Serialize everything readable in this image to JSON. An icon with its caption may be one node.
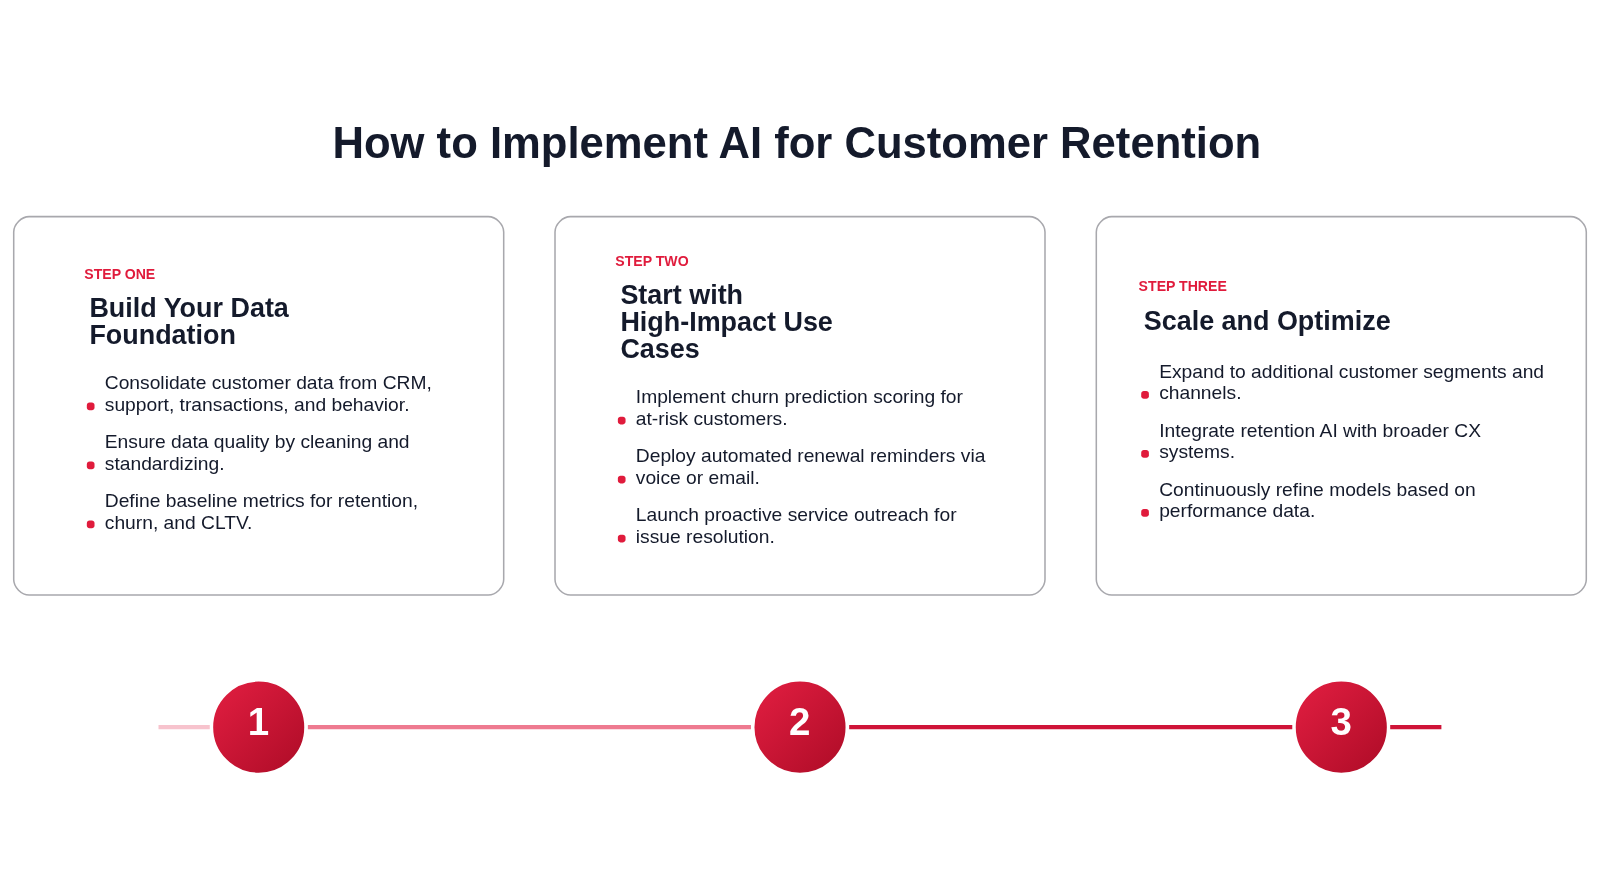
{
  "diagram": {
    "title": "How to Implement AI for Customer Retention",
    "nodes": [
      {
        "text": [
          "STEP ONE",
          "Build Your Data Foundation",
          "Consolidate customer data from CRM, support, transactions, and behavior.",
          "Ensure data quality by cleaning and standardizing.",
          "Define baseline metrics for retention, churn, and CLTV."
        ]
      },
      {
        "text": [
          "STEP TWO",
          "Start with High-Impact Use Cases",
          "Implement churn prediction scoring for at-risk customers.",
          "Deploy automated renewal reminders via voice or email.",
          "Launch proactive service outreach for issue resolution."
        ]
      },
      {
        "text": [
          "STEP THREE",
          "Scale and Optimize",
          "Expand to additional customer segments and channels.",
          "Integrate retention AI with broader CX systems.",
          "Continuously refine models based on performance data."
        ]
      },
      {
        "text": [
          "1"
        ]
      },
      {
        "text": [
          "2"
        ]
      },
      {
        "text": [
          "3"
        ]
      }
    ],
    "edges": [
      {
        "from": null,
        "to": 3,
        "arrow": "none",
        "color": "#f7c3cd"
      },
      {
        "from": 3,
        "to": 4,
        "arrow": "none",
        "color": "#ee7a90"
      },
      {
        "from": 4,
        "to": 5,
        "arrow": "none"
      },
      {
        "from": 5,
        "to": null,
        "arrow": "none"
      }
    ]
  }
}
